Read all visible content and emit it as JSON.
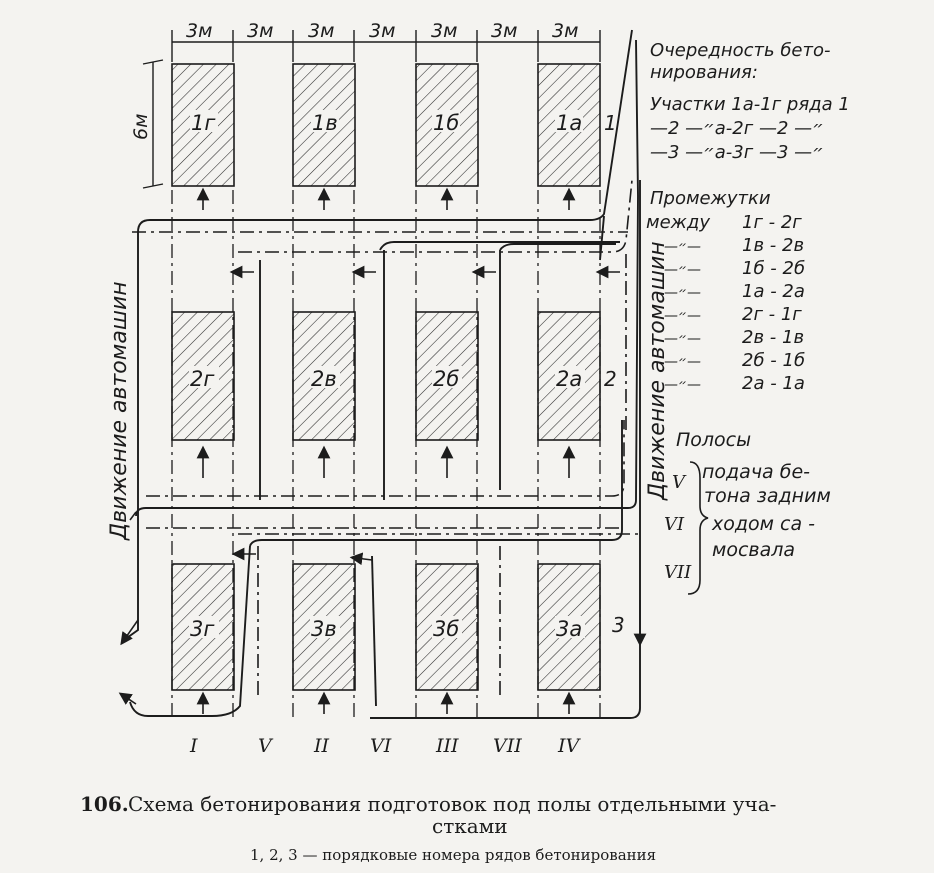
{
  "dimensions": {
    "top": [
      "3м",
      "3м",
      "3м",
      "3м",
      "3м",
      "3м",
      "3м"
    ],
    "side": "6м"
  },
  "plots": {
    "row1": [
      "1г",
      "1в",
      "1б",
      "1а"
    ],
    "row2": [
      "2г",
      "2в",
      "2б",
      "2а"
    ],
    "row3": [
      "3г",
      "3в",
      "3б",
      "3а"
    ]
  },
  "row_numbers": [
    "1",
    "2",
    "3"
  ],
  "strips_bottom": [
    "I",
    "V",
    "II",
    "VI",
    "III",
    "VII",
    "IV"
  ],
  "side_label": "Движение автомашин",
  "legend": {
    "order_title": [
      "Очередность бето-",
      "нирования:"
    ],
    "plots_lines": [
      "Участки 1а-1г ряда 1",
      "—״— 2а-2г —״— 2",
      "—״— 3а-3г —״— 3"
    ],
    "gaps_title": [
      "Промежутки",
      "между"
    ],
    "gaps": [
      "1г - 2г",
      "1в - 2в",
      "1б - 2б",
      "1а - 2а",
      "2г - 1г",
      "2в - 1в",
      "2б - 1б",
      "2а - 1а"
    ],
    "ditto": "—״—",
    "strips_title": "Полосы",
    "strips_roman": [
      "V",
      "VI",
      "VII"
    ],
    "strips_text": [
      "подача бе-",
      "тона задним",
      "ходом са -",
      "мосвала"
    ]
  },
  "caption": {
    "number": "106.",
    "line1": "Схема бетонирования подготовок под полы отдельными уча-",
    "line2": "стками",
    "line3": "1, 2, 3 — порядковые номера рядов бетонирования"
  }
}
